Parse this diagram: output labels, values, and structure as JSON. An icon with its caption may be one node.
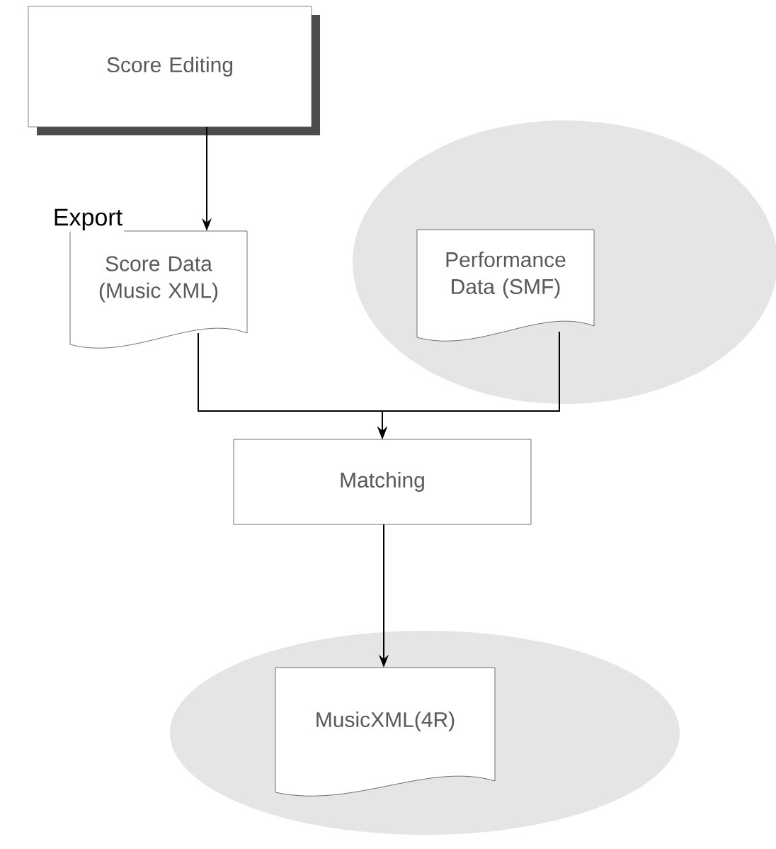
{
  "diagram": {
    "nodes": [
      {
        "text": [
          "Score Editing"
        ]
      },
      {
        "text": [
          "Score Data (Music XML)"
        ]
      },
      {
        "text": [
          "Performance Data (SMF)"
        ]
      },
      {
        "text": [
          "Matching"
        ]
      },
      {
        "text": [
          "MusicXML(4R)"
        ]
      }
    ],
    "edges": [
      {
        "from": 0,
        "to": 1,
        "arrow": "to",
        "label": "Export"
      },
      {
        "from": 1,
        "to": 3,
        "arrow": "to"
      },
      {
        "from": 2,
        "to": 3,
        "arrow": "to"
      },
      {
        "from": 3,
        "to": 4,
        "arrow": "to"
      }
    ]
  }
}
